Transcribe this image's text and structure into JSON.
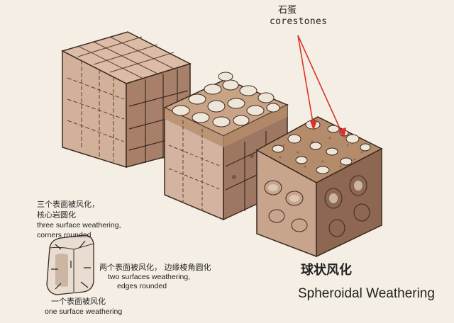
{
  "labels": {
    "corestones_cn": "石蛋",
    "corestones_en": "corestones",
    "three_surface_cn_1": "三个表面被风化，",
    "three_surface_cn_2": "核心岩圆化",
    "three_surface_en_1": "three surface weathering,",
    "three_surface_en_2": "corners rounded",
    "two_surface_cn": "两个表面被风化， 边缘棱角圆化",
    "two_surface_en_1": "two surfaces weathering,",
    "two_surface_en_2": "edges rounded",
    "one_surface_cn": "一个表面被风化",
    "one_surface_en": "one surface weathering",
    "title_cn": "球状风化",
    "title_en": "Spheroidal Weathering"
  },
  "watermark_text": "",
  "colors": {
    "background": "#f5eee4",
    "rock_light": "#d9b9a3",
    "rock_mid": "#c29a82",
    "rock_dark": "#8e6a55",
    "soil": "#b8926f",
    "corestone": "#efe6da",
    "arrow": "#d8342c"
  }
}
